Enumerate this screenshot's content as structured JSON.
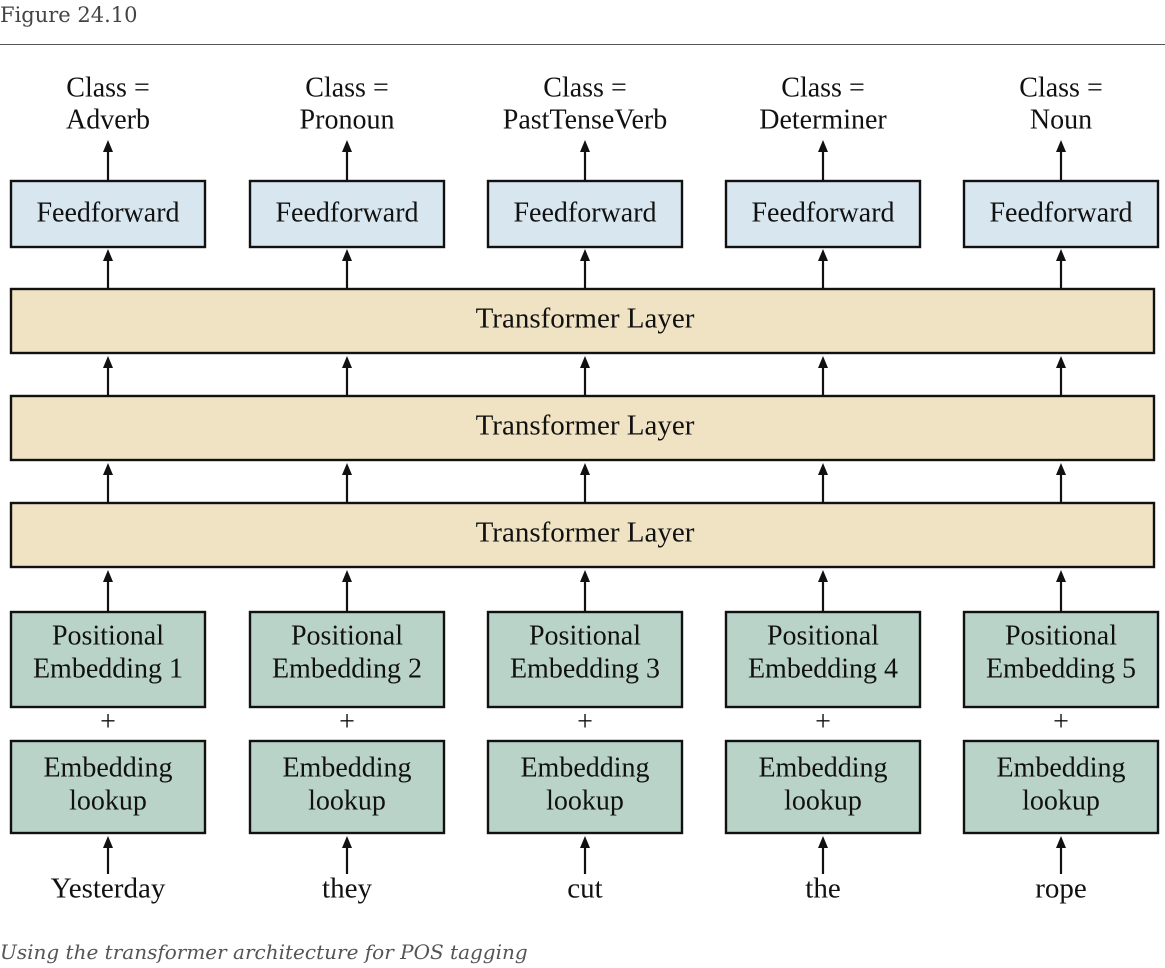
{
  "figure_label": "Figure 24.10",
  "caption": "Using the transformer architecture for POS tagging",
  "colors": {
    "feedforward_fill": "#d8e6ef",
    "transformer_fill": "#efe3c4",
    "embedding_fill": "#b9d3c9",
    "stroke": "#111111"
  },
  "columns": [
    {
      "word": "Yesterday",
      "class_line1": "Class =",
      "class_line2": "Adverb",
      "feedforward": "Feedforward",
      "pos_line1": "Positional",
      "pos_line2": "Embedding 1",
      "plus": "+",
      "emb_line1": "Embedding",
      "emb_line2": "lookup"
    },
    {
      "word": "they",
      "class_line1": "Class =",
      "class_line2": "Pronoun",
      "feedforward": "Feedforward",
      "pos_line1": "Positional",
      "pos_line2": "Embedding 2",
      "plus": "+",
      "emb_line1": "Embedding",
      "emb_line2": "lookup"
    },
    {
      "word": "cut",
      "class_line1": "Class =",
      "class_line2": "PastTenseVerb",
      "feedforward": "Feedforward",
      "pos_line1": "Positional",
      "pos_line2": "Embedding 3",
      "plus": "+",
      "emb_line1": "Embedding",
      "emb_line2": "lookup"
    },
    {
      "word": "the",
      "class_line1": "Class =",
      "class_line2": "Determiner",
      "feedforward": "Feedforward",
      "pos_line1": "Positional",
      "pos_line2": "Embedding 4",
      "plus": "+",
      "emb_line1": "Embedding",
      "emb_line2": "lookup"
    },
    {
      "word": "rope",
      "class_line1": "Class =",
      "class_line2": "Noun",
      "feedforward": "Feedforward",
      "pos_line1": "Positional",
      "pos_line2": "Embedding 5",
      "plus": "+",
      "emb_line1": "Embedding",
      "emb_line2": "lookup"
    }
  ],
  "transformer_layers": [
    {
      "label": "Transformer Layer"
    },
    {
      "label": "Transformer Layer"
    },
    {
      "label": "Transformer Layer"
    }
  ]
}
